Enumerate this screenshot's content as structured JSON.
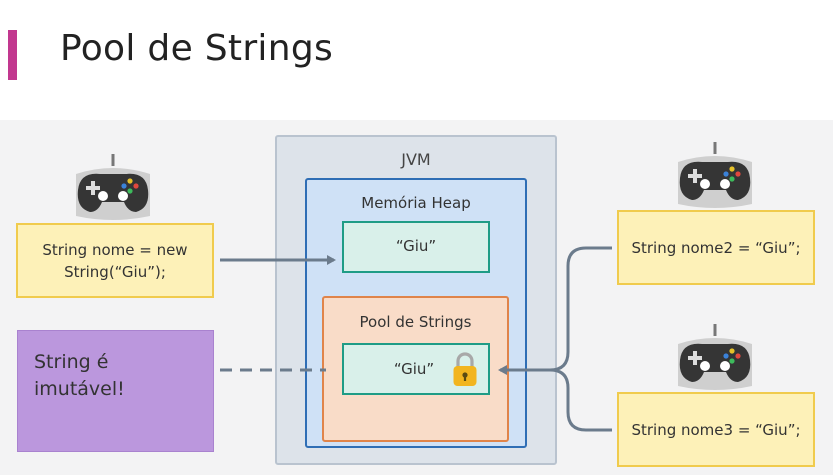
{
  "slide": {
    "title": "Pool de Strings"
  },
  "jvm": {
    "label": "JVM",
    "heap": {
      "label": "Memória Heap",
      "object_value": "“Giu”"
    },
    "pool": {
      "label": "Pool de Strings",
      "object_value": "“Giu”"
    }
  },
  "code": {
    "left": {
      "line1": "String nome = new",
      "line2": "String(“Giu”);"
    },
    "right_top": "String nome2 = “Giu”;",
    "right_bottom": "String nome3 = “Giu”;"
  },
  "note": {
    "line1": "String é",
    "line2": "imutável!"
  },
  "icons": [
    "gamepad-icon",
    "gamepad-icon",
    "gamepad-icon",
    "padlock-icon"
  ],
  "colors": {
    "accent": "#c2388f",
    "heap_border": "#2f6eb5",
    "pool_border": "#e0844a",
    "object_border": "#1f9c86",
    "code_fill": "#fdf1b8",
    "note_fill": "#bb97dd",
    "arrow": "#6b7b8c"
  }
}
